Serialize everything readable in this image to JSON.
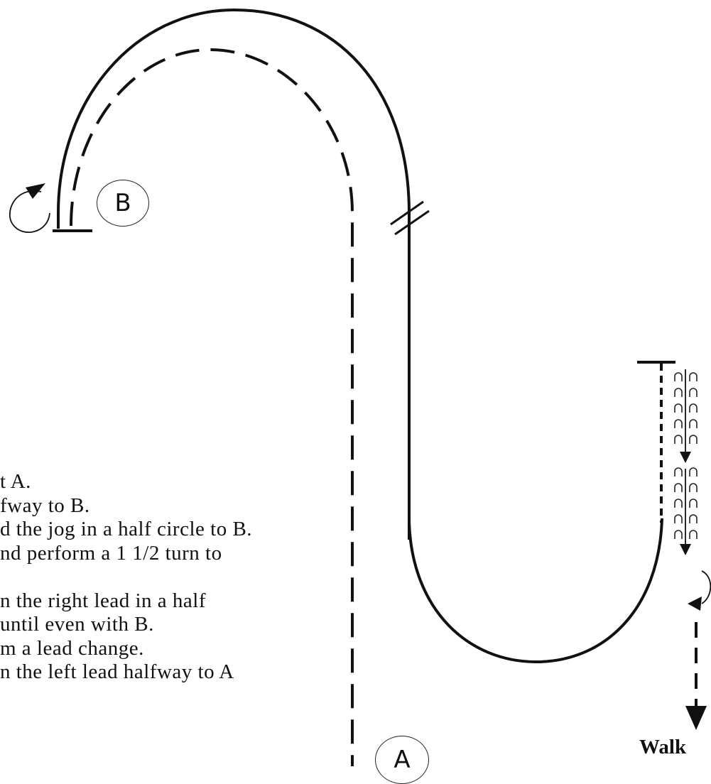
{
  "markers": {
    "b": "B",
    "a": "A"
  },
  "walk_label": "Walk",
  "instructions": [
    "t A.",
    "fway to B.",
    "d the jog in a half  circle to B.",
    "nd perform a 1 1/2 turn to",
    "",
    "n the right lead in a half",
    "until even with B.",
    "m a lead change.",
    "n the left lead halfway to A"
  ],
  "icons": {
    "spin": "circular-arrow-icon",
    "gait": "hoofprint-icon",
    "turn": "curved-arrow-icon",
    "direction": "down-arrow-icon"
  },
  "colors": {
    "line": "#111111",
    "background": "#ffffff"
  }
}
